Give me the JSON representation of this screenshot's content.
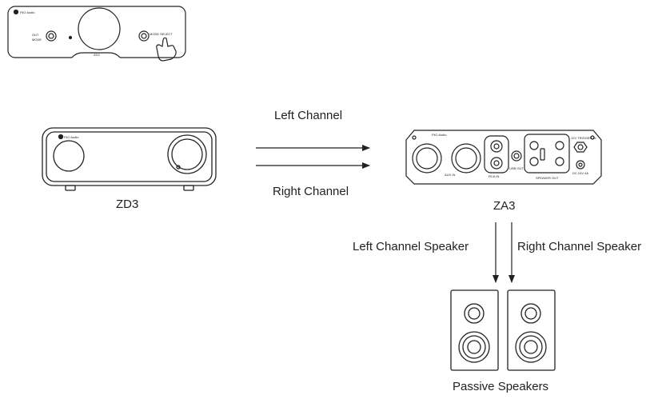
{
  "labels": {
    "left_channel": "Left Channel",
    "right_channel": "Right Channel",
    "zd3": "ZD3",
    "za3": "ZA3",
    "left_channel_speaker": "Left Channel Speaker",
    "right_channel_speaker": "Right Channel Speaker",
    "passive_speakers": "Passive Speakers"
  },
  "device_text": {
    "brand": "FiiO Audio",
    "zd3_model": "ZD3",
    "za3_model": "ZA3",
    "mode_select": "MODE SELECT",
    "out": "OUT",
    "mode": "MODE",
    "rca_in": "RCA IN",
    "aux_in": "AUX IN",
    "usb_out": "USB OUT",
    "speaker_out": "SPEAKER OUT",
    "trigger_in": "12V TRIGGER IN",
    "dc_in": "DC 24V 4A"
  },
  "colors": {
    "line": "#222222",
    "background": "#ffffff"
  }
}
